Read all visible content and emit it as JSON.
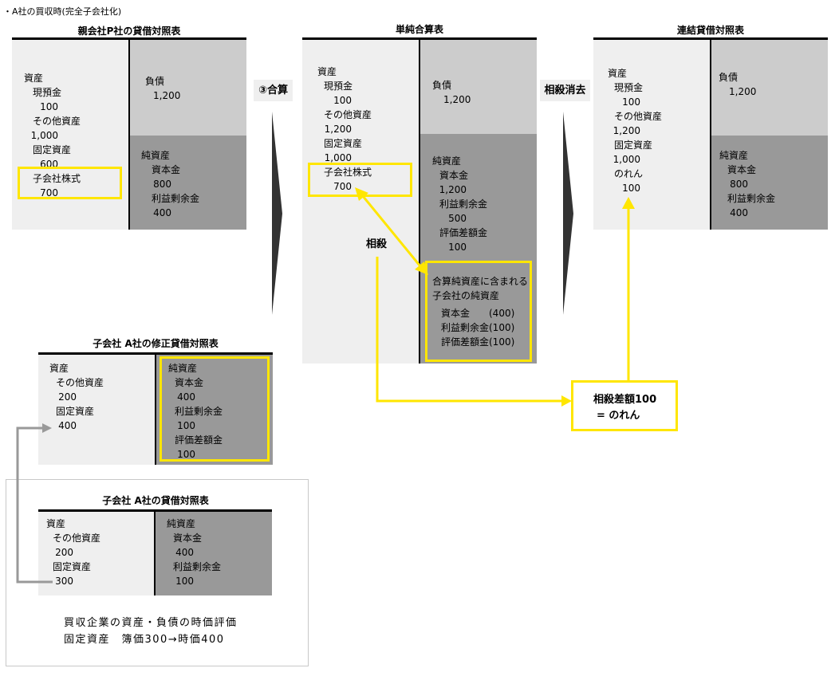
{
  "header": {
    "note": "・A社の買収時(完全子会社化)"
  },
  "parent_bs": {
    "title": "親会社P社の貸借対照表",
    "assets": {
      "label": "資産",
      "items": [
        {
          "name": "現預金",
          "value": "100"
        },
        {
          "name": "その他資産",
          "value": "1,000"
        },
        {
          "name": "固定資産",
          "value": "600"
        },
        {
          "name": "子会社株式",
          "value": "700"
        }
      ]
    },
    "liabilities": {
      "label": "負債",
      "value": "1,200"
    },
    "net_assets": {
      "label": "純資産",
      "items": [
        {
          "name": "資本金",
          "value": "800"
        },
        {
          "name": "利益剰余金",
          "value": "400"
        }
      ]
    }
  },
  "flow": {
    "combine_label": "③合算",
    "eliminate_label": "相殺消去"
  },
  "combined": {
    "title": "単純合算表",
    "assets": {
      "label": "資産",
      "items": [
        {
          "name": "現預金",
          "value": "100"
        },
        {
          "name": "その他資産",
          "value": "1,200"
        },
        {
          "name": "固定資産",
          "value": "1,000"
        },
        {
          "name": "子会社株式",
          "value": "700"
        }
      ]
    },
    "liabilities": {
      "label": "負債",
      "value": "1,200"
    },
    "net_assets": {
      "label": "純資産",
      "items": [
        {
          "name": "資本金",
          "value": "1,200"
        },
        {
          "name": "利益剰余金",
          "value": "500"
        },
        {
          "name": "評価差額金",
          "value": "100"
        }
      ]
    },
    "offset_label": "相殺",
    "sub_net_assets": {
      "heading_1": "合算純資産に含まれる",
      "heading_2": "子会社の純資産",
      "items": [
        {
          "name": "資本金",
          "value": "(400)"
        },
        {
          "name": "利益剰余金",
          "value": "(100)"
        },
        {
          "name": "評価差額金",
          "value": "(100)"
        }
      ]
    }
  },
  "consolidated": {
    "title": "連結貸借対照表",
    "assets": {
      "label": "資産",
      "items": [
        {
          "name": "現預金",
          "value": "100"
        },
        {
          "name": "その他資産",
          "value": "1,200"
        },
        {
          "name": "固定資産",
          "value": "1,000"
        },
        {
          "name": "のれん",
          "value": "100"
        }
      ]
    },
    "liabilities": {
      "label": "負債",
      "value": "1,200"
    },
    "net_assets": {
      "label": "純資産",
      "items": [
        {
          "name": "資本金",
          "value": "800"
        },
        {
          "name": "利益剰余金",
          "value": "400"
        }
      ]
    }
  },
  "goodwill_note": {
    "line1": "相殺差額100",
    "line2": "= のれん"
  },
  "sub_adjusted_bs": {
    "title": "子会社 A社の修正貸借対照表",
    "assets": {
      "label": "資産",
      "items": [
        {
          "name": "その他資産",
          "value": "200"
        },
        {
          "name": "固定資産",
          "value": "400"
        }
      ]
    },
    "net_assets": {
      "label": "純資産",
      "items": [
        {
          "name": "資本金",
          "value": "400"
        },
        {
          "name": "利益剰余金",
          "value": "100"
        },
        {
          "name": "評価差額金",
          "value": "100"
        }
      ]
    }
  },
  "sub_bs": {
    "title": "子会社 A社の貸借対照表",
    "assets": {
      "label": "資産",
      "items": [
        {
          "name": "その他資産",
          "value": "200"
        },
        {
          "name": "固定資産",
          "value": "300"
        }
      ]
    },
    "net_assets": {
      "label": "純資産",
      "items": [
        {
          "name": "資本金",
          "value": "400"
        },
        {
          "name": "利益剰余金",
          "value": "100"
        }
      ]
    }
  },
  "valuation_note": {
    "line1": "買収企業の資産・負債の時価評価",
    "line2": "固定資産　簿価300→時価400"
  },
  "colors": {
    "assets_bg": "#efefef",
    "liabilities_bg": "#cccccc",
    "net_assets_bg": "#999999",
    "highlight": "#ffe600",
    "flow_arrow": "#333333",
    "connector": "#999999"
  }
}
